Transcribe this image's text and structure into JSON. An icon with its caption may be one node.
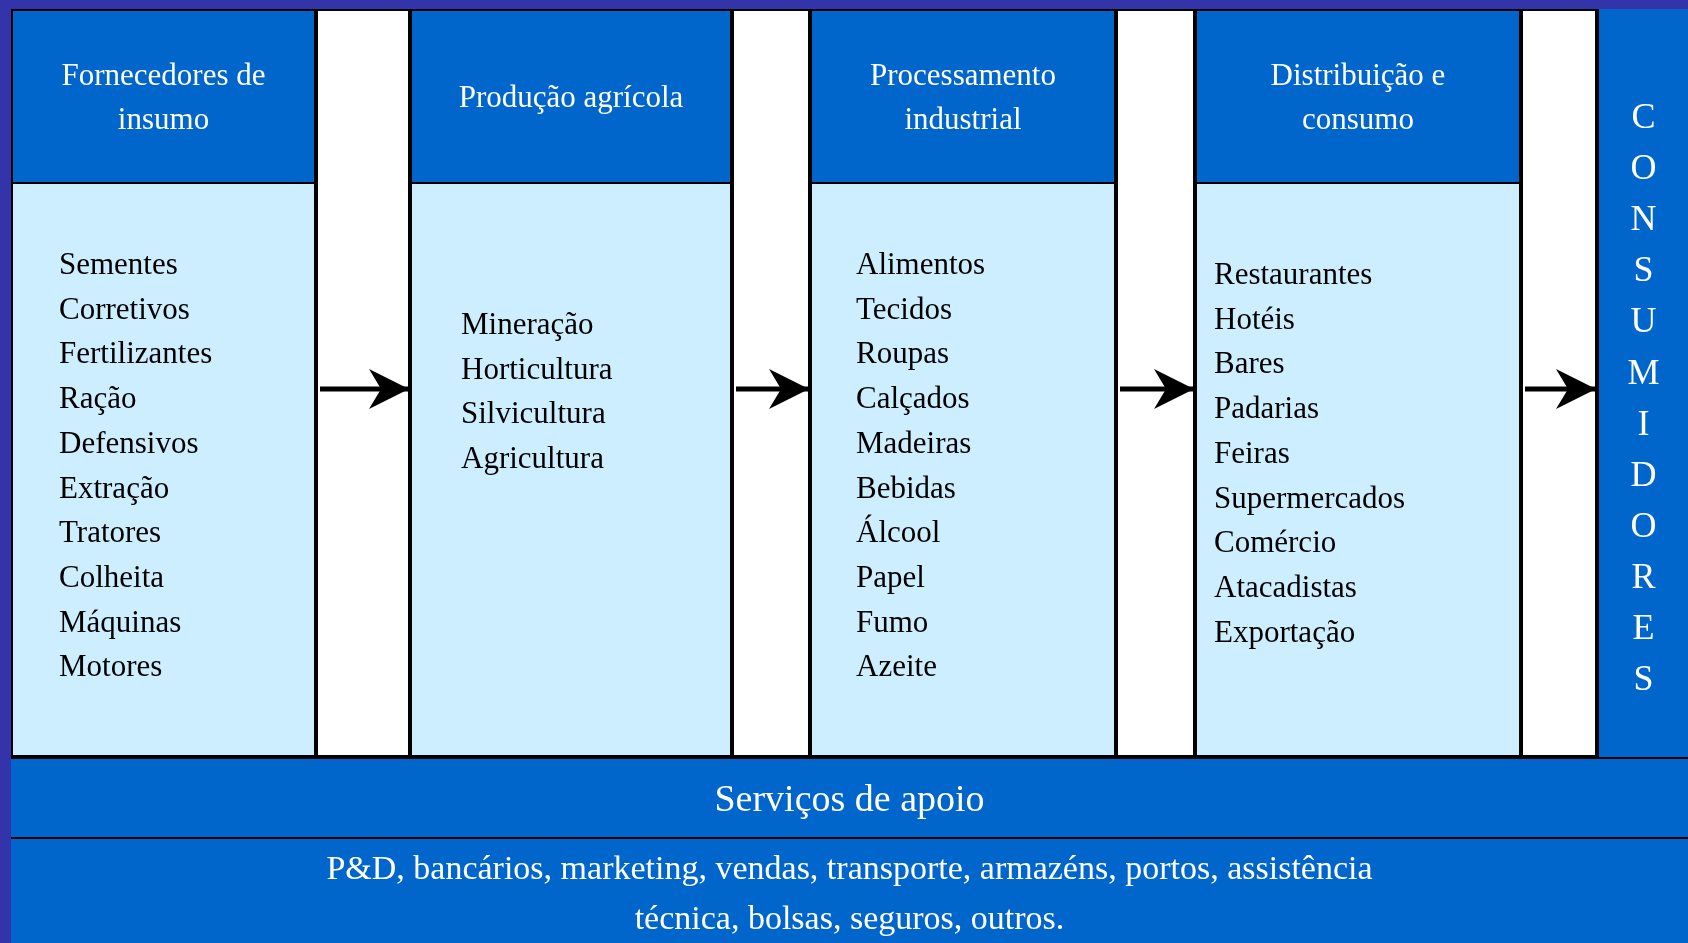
{
  "diagram": {
    "nodes": [
      {
        "text": [
          "Fornecedores de insumo",
          "Sementes",
          "Corretivos",
          "Fertilizantes",
          "Ração",
          "Defensivos",
          "Extração",
          "Tratores",
          "Colheita",
          "Máquinas",
          "Motores"
        ]
      },
      {
        "text": [
          "Produção agrícola",
          "Mineração",
          "Horticultura",
          "Silvicultura",
          "Agricultura"
        ]
      },
      {
        "text": [
          "Processamento industrial",
          "Alimentos",
          "Tecidos",
          "Roupas",
          "Calçados",
          "Madeiras",
          "Bebidas",
          "Álcool",
          "Papel",
          "Fumo",
          "Azeite"
        ]
      },
      {
        "text": [
          "Distribuição e consumo",
          "Restaurantes",
          "Hotéis",
          "Bares",
          "Padarias",
          "Feiras",
          "Supermercados",
          "Comércio",
          "Atacadistas",
          "Exportação"
        ]
      },
      {
        "text": [
          "CONSUMIDORES"
        ]
      },
      {
        "text": [
          "Serviços de apoio",
          "P&D, bancários, marketing, vendas, transporte, armazéns, portos, assistência técnica, bolsas, seguros, outros."
        ]
      }
    ],
    "edges": [
      {
        "from": 0,
        "to": 1,
        "arrow": "to"
      },
      {
        "from": 1,
        "to": 2,
        "arrow": "to"
      },
      {
        "from": 2,
        "to": 3,
        "arrow": "to"
      },
      {
        "from": 3,
        "to": 4,
        "arrow": "to"
      }
    ]
  }
}
